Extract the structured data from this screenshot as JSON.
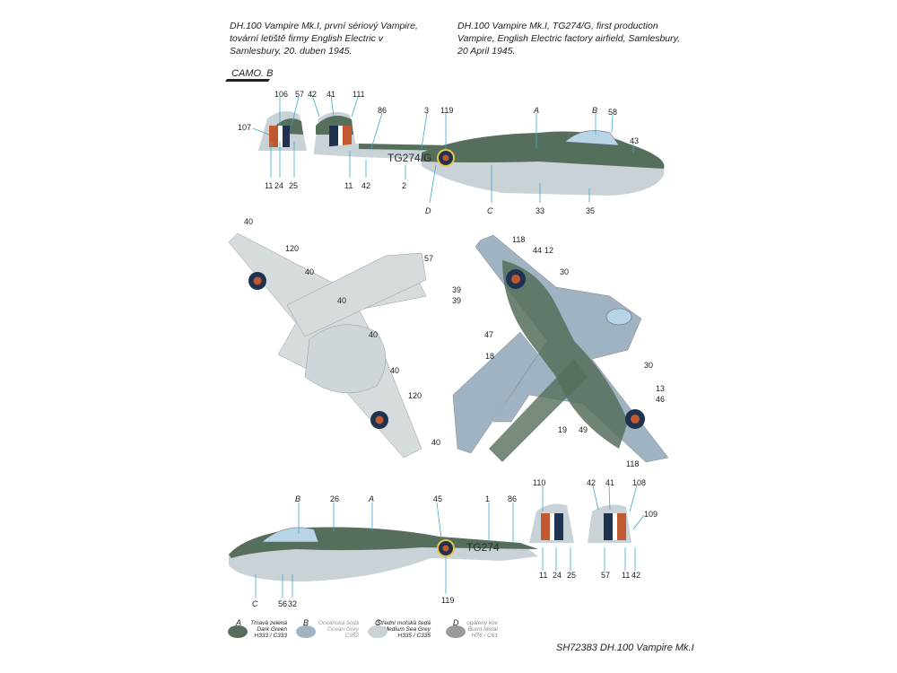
{
  "captions": {
    "cz": "DH.100 Vampire Mk.I, první sériový Vampire, tovární letiště firmy English Electric v Samlesbury, 20. duben 1945.",
    "en": "DH.100 Vampire Mk.I, TG274/G, first production Vampire, English Electric factory airfield, Samlesbury, 20 April 1945."
  },
  "camo_label": "CAMO. B",
  "serials": {
    "side_top": "TG274/G",
    "side_bottom": "TG274"
  },
  "colors": {
    "dark_green": "#566f5c",
    "ocean_grey": "#9fb3c2",
    "sea_grey": "#c9d2d6",
    "metal": "#9a9a9a",
    "roundel_blue": "#1f3350",
    "roundel_red": "#c0592f",
    "roundel_yellow": "#e7c54a",
    "callout": "#3fa8c8"
  },
  "callouts": {
    "top_side": [
      "106",
      "57",
      "42",
      "41",
      "111",
      "86",
      "3",
      "119",
      "A",
      "B",
      "58",
      "43",
      "107",
      "11",
      "24",
      "25",
      "11",
      "42",
      "2",
      "D",
      "C",
      "33",
      "35"
    ],
    "under": [
      "40",
      "120",
      "40",
      "57",
      "39",
      "39",
      "40",
      "40",
      "40",
      "120",
      "40"
    ],
    "plan": [
      "118",
      "44",
      "12",
      "30",
      "47",
      "18",
      "30",
      "13",
      "46",
      "19",
      "49",
      "118"
    ],
    "bottom_side": [
      "B",
      "26",
      "A",
      "45",
      "1",
      "86",
      "110",
      "42",
      "41",
      "108",
      "109",
      "C",
      "56",
      "32",
      "119",
      "11",
      "24",
      "25",
      "57",
      "11",
      "42"
    ]
  },
  "legend": [
    {
      "letter": "A",
      "cz": "Tmavá zelená",
      "en": "Dark Green",
      "code": "H333 / C333"
    },
    {
      "letter": "B",
      "cz": "Oceánská šedá",
      "en": "Ocean Grey",
      "code": "C352"
    },
    {
      "letter": "C",
      "cz": "Střední mořská šedá",
      "en": "Medium Sea Grey",
      "code": "H335 / C335"
    },
    {
      "letter": "D",
      "cz": "opálený kov",
      "en": "Burnt Metal",
      "code": "H76 / C61"
    }
  ],
  "footer": "SH72383 DH.100 Vampire Mk.I"
}
